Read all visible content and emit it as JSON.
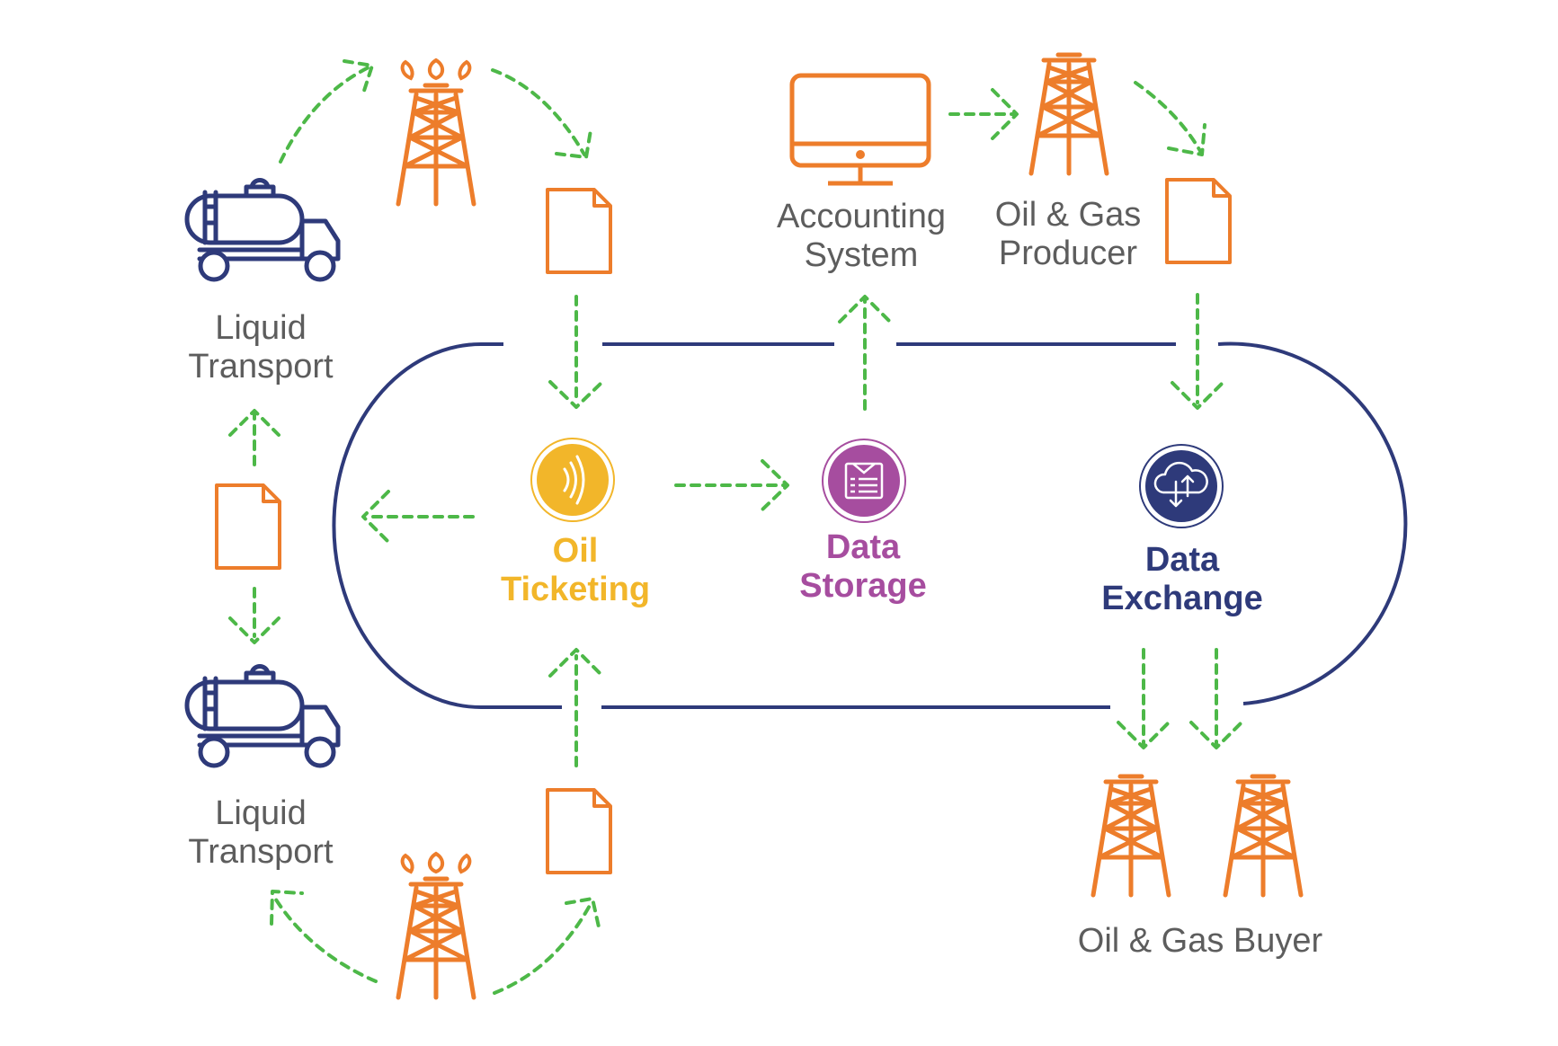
{
  "colors": {
    "orange": "#ED7D2B",
    "navy": "#2E3A7A",
    "green": "#4DB848",
    "yellow": "#F2B62A",
    "purple": "#A64D9F",
    "label_grey": "#5D5D5D"
  },
  "icons": {
    "hub_ticketing": "nfc-wireless-icon",
    "hub_storage": "storage-form-icon",
    "hub_exchange": "cloud-upload-download-icon",
    "well": "oil-rig-icon",
    "truck": "tanker-truck-icon",
    "doc": "document-icon",
    "monitor": "computer-monitor-icon"
  },
  "labels": {
    "liquid_transport_top": [
      "Liquid",
      "Transport"
    ],
    "liquid_transport_bottom": [
      "Liquid",
      "Transport"
    ],
    "accounting_system": [
      "Accounting",
      "System"
    ],
    "producer": [
      "Oil & Gas",
      "Producer"
    ],
    "buyer": [
      "Oil & Gas Buyer"
    ],
    "oil_ticketing": [
      "Oil",
      "Ticketing"
    ],
    "data_storage": [
      "Data",
      "Storage"
    ],
    "data_exchange": [
      "Data",
      "Exchange"
    ]
  }
}
